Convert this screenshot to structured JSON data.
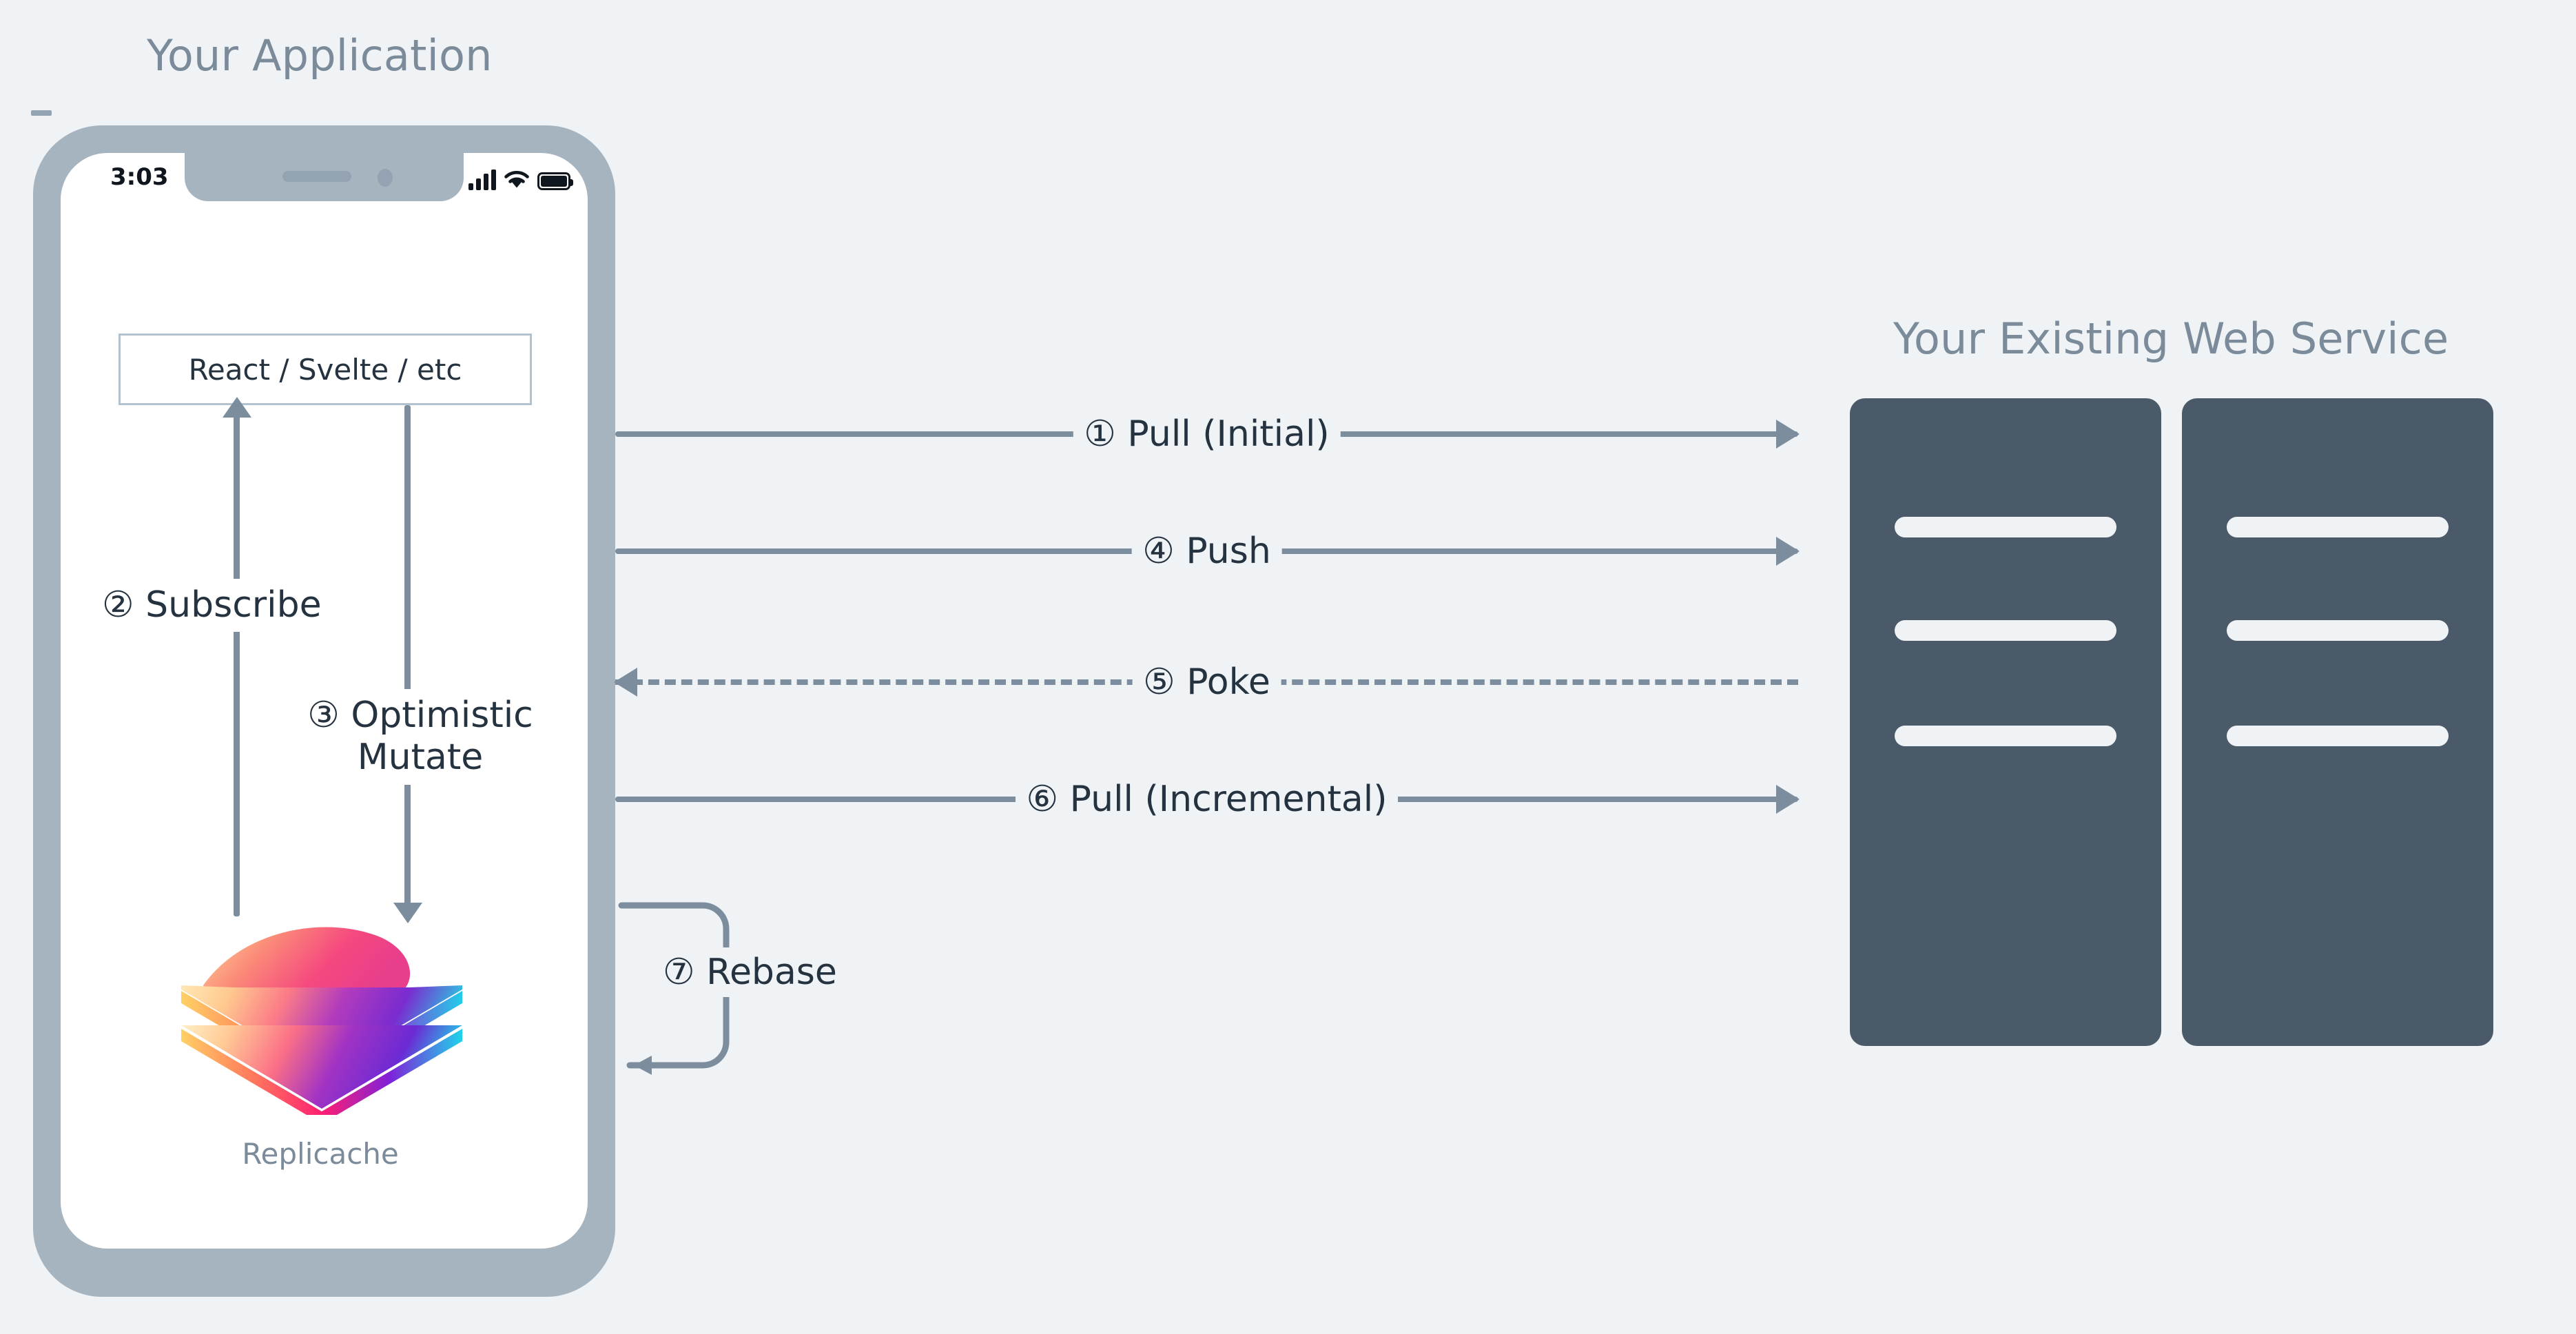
{
  "colors": {
    "background": "#eff3f6",
    "phone_frame": "#a6b4c0",
    "screen": "#ffffff",
    "arrow": "#7c8d9d",
    "server": "#4b5a68",
    "title_text": "#7b8b9a",
    "label_text": "#25323f",
    "box_border": "#b4c2cd"
  },
  "app": {
    "title": "Your Application",
    "status_bar": {
      "time": "3:03",
      "icons": [
        "signal-bars-icon",
        "wifi-icon",
        "battery-icon"
      ]
    },
    "framework_box": {
      "label": "React / Svelte / etc"
    },
    "local_steps": [
      {
        "number": "②",
        "label": "Subscribe",
        "direction": "up"
      },
      {
        "number": "③",
        "label": "Optimistic",
        "label2": "Mutate",
        "direction": "down"
      }
    ],
    "store": {
      "caption": "Replicache",
      "icon": "replicache-layers-logo"
    },
    "rebase": {
      "number": "⑦",
      "label": "Rebase"
    }
  },
  "service": {
    "title": "Your Existing Web Service",
    "racks": [
      {
        "name": "server-rack-1",
        "slots": 3
      },
      {
        "name": "server-rack-2",
        "slots": 3
      }
    ]
  },
  "flows": [
    {
      "number": "①",
      "label": "Pull (Initial)",
      "style": "solid",
      "direction": "right"
    },
    {
      "number": "④",
      "label": "Push",
      "style": "solid",
      "direction": "right"
    },
    {
      "number": "⑤",
      "label": "Poke",
      "style": "dashed",
      "direction": "left"
    },
    {
      "number": "⑥",
      "label": "Pull (Incremental)",
      "style": "solid",
      "direction": "right"
    }
  ],
  "flow_text": {
    "f1": "① Pull (Initial)",
    "f4": "④ Push",
    "f5": "⑤ Poke",
    "f6": "⑥ Pull (Incremental)",
    "subscribe": "② Subscribe",
    "mutate_line1": "③ Optimistic",
    "mutate_line2": "Mutate",
    "rebase": "⑦ Rebase"
  }
}
